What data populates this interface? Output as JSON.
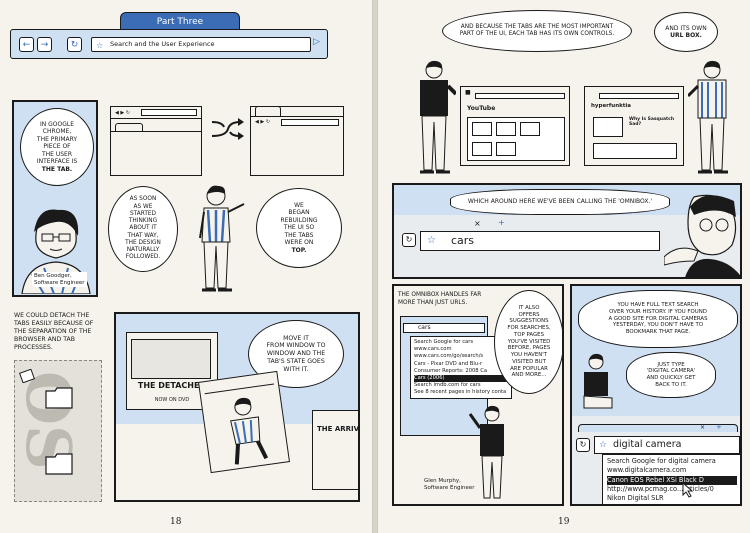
{
  "left_page": {
    "header": {
      "tab_label": "Part Three",
      "url_text": "Search and the User Experience",
      "back_icon": "arrow-left-icon",
      "forward_icon": "arrow-right-icon",
      "reload_icon": "reload-icon",
      "star_icon": "star-icon",
      "go_icon": "play-icon"
    },
    "panel1": {
      "bubble": [
        "IN GOOGLE",
        "CHROME,",
        "THE PRIMARY",
        "PIECE OF",
        "THE USER",
        "INTERFACE IS",
        "THE TAB."
      ],
      "credit_name": "Ben Goodger,",
      "credit_role": "Software Engineer"
    },
    "panel2": {
      "bubble_left": [
        "AS SOON",
        "AS WE",
        "STARTED",
        "THINKING",
        "ABOUT IT",
        "THAT WAY,",
        "THE DESIGN",
        "NATURALLY",
        "FOLLOWED."
      ],
      "bubble_right": [
        "WE",
        "BEGAN",
        "REBUILDING",
        "THE UI SO",
        "THE TABS",
        "WERE ON",
        "TOP."
      ]
    },
    "caption3": [
      "WE COULD DETACH THE",
      "TABS EASILY BECAUSE OF",
      "THE SEPARATION OF THE",
      "BROWSER AND TAB",
      "PROCESSES."
    ],
    "panel4": {
      "bubble": [
        "MOVE IT",
        "FROM WINDOW TO",
        "WINDOW AND THE",
        "TAB'S STATE GOES",
        "WITH IT."
      ],
      "poster_title": "THE DETACHED",
      "poster_sub": "NOW ON DVD",
      "poster2_title": "THE ARRIVA"
    },
    "page_number": "18"
  },
  "right_page": {
    "panel1": {
      "bubble_left": [
        "AND BECAUSE THE TABS ARE THE MOST IMPORTANT",
        "PART OF THE UI, EACH TAB HAS ITS OWN CONTROLS."
      ],
      "bubble_right": [
        "AND ITS OWN",
        "URL BOX."
      ],
      "site1": "YouTube",
      "site2": "hyperfunktia",
      "site2_q": "Why Is Sasquatch Sad?"
    },
    "panel2": {
      "bubble": "WHICH AROUND HERE WE'VE BEEN CALLING THE 'OMNIBOX.'",
      "omnibox_text": "cars",
      "reload_icon": "reload-icon",
      "star_icon": "star-icon"
    },
    "panel3": {
      "caption": [
        "THE OMNIBOX HANDLES FAR",
        "MORE THAN JUST URLS."
      ],
      "bubble": [
        "IT ALSO",
        "OFFERS",
        "SUGGESTIONS",
        "FOR SEARCHES,",
        "TOP PAGES",
        "YOU'VE VISITED",
        "BEFORE, PAGES",
        "YOU HAVEN'T",
        "VISITED BUT",
        "ARE POPULAR",
        "AND MORE..."
      ],
      "omnibox_text": "cars",
      "suggestions": [
        "Search Google for cars",
        "www.cars.com",
        "www.cars.com/go/search/s",
        "Cars - Pixar DVD and Blu-r",
        "Consumer Reports: 2008 Ca",
        "Cars (2006)",
        "Search imdb.com for cars",
        "See 8 recent pages in history conta"
      ],
      "credit_name": "Glen Murphy,",
      "credit_role": "Software Engineer"
    },
    "panel4": {
      "bubble_top": [
        "YOU HAVE FULL TEXT SEARCH",
        "OVER YOUR HISTORY. IF YOU FOUND",
        "A GOOD SITE FOR DIGITAL CAMERAS",
        "YESTERDAY, YOU DON'T HAVE TO",
        "BOOKMARK THAT PAGE."
      ],
      "bubble_mid": [
        "JUST TYPE",
        "'DIGITAL CAMERA'",
        "AND QUICKLY GET",
        "BACK TO IT."
      ],
      "omnibox_text": "digital camera",
      "suggestions": [
        "Search Google for digital camera",
        "www.digitalcamera.com",
        "Canon EOS Rebel XSi Black D",
        "http://www.pcmag.co...articles/0",
        "Nikon Digital SLR"
      ]
    },
    "page_number": "19"
  },
  "colors": {
    "accent_blue": "#3a6db5",
    "light_blue": "#cfe0f3",
    "paper": "#f6f3ec",
    "ink": "#1a1a1a"
  }
}
